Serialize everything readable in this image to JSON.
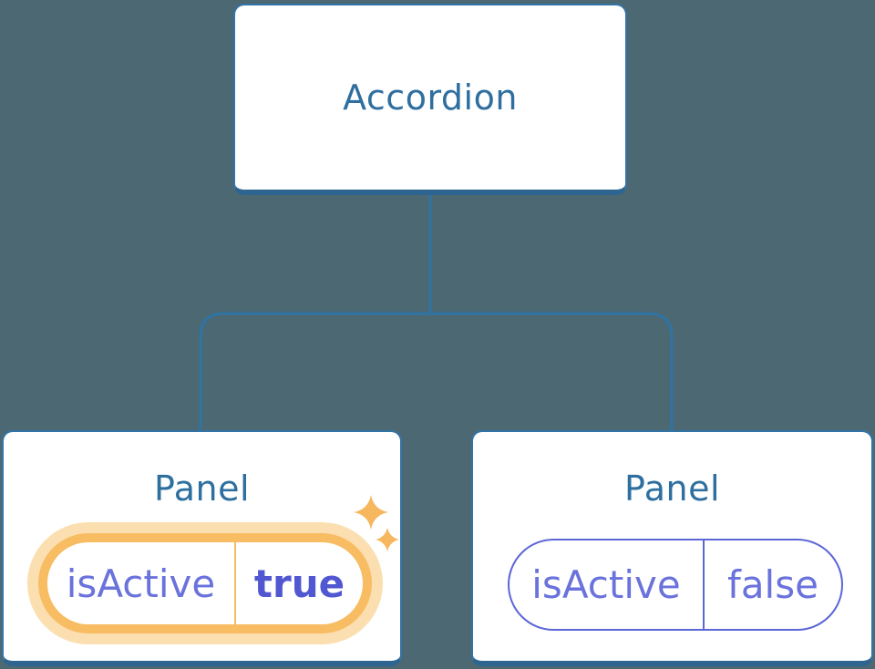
{
  "colors": {
    "background": "#4C6873",
    "connector": "#2E74A4",
    "card_bg": "#FFFFFF",
    "card_border": "#3374A6",
    "card_border_bottom": "#2D6590",
    "title_text": "#2E6F9F",
    "state_text": "#6A72DC",
    "state_value_active": "#5157D0",
    "active_ring": "#F8BC63",
    "active_glow": "#FBDFB0",
    "inactive_border": "#5C66D6",
    "sparkle": "#F6B75F"
  },
  "tree": {
    "root": {
      "label": "Accordion"
    },
    "children": [
      {
        "title": "Panel",
        "state_key": "isActive",
        "state_value": "true",
        "active": true
      },
      {
        "title": "Panel",
        "state_key": "isActive",
        "state_value": "false",
        "active": false
      }
    ]
  }
}
